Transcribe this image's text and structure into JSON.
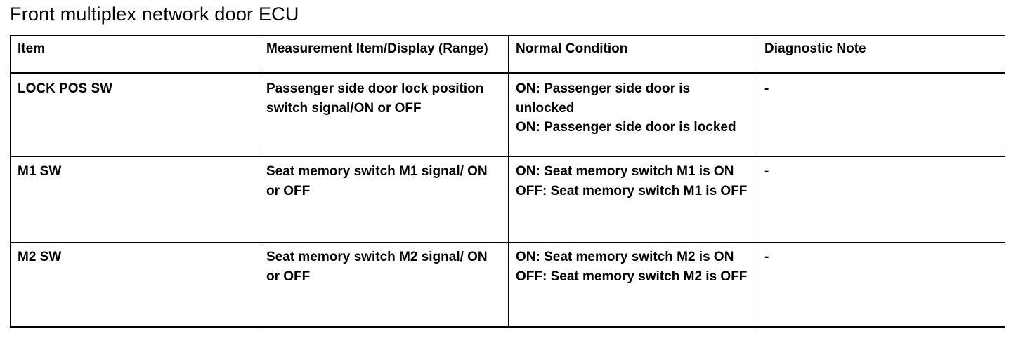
{
  "title": "Front multiplex network door ECU",
  "table": {
    "headers": {
      "item": "Item",
      "measurement": "Measurement Item/Display (Range)",
      "normal": "Normal Condition",
      "note": "Diagnostic Note"
    },
    "rows": [
      {
        "item": "LOCK POS SW",
        "measurement": "Passenger side door lock position switch signal/ON or OFF",
        "normal_line1": "ON: Passenger side door is unlocked",
        "normal_line2": "ON: Passenger side door is locked",
        "note": "-"
      },
      {
        "item": "M1 SW",
        "measurement": "Seat memory switch M1 signal/ ON or OFF",
        "normal_line1": "ON: Seat memory switch M1 is ON",
        "normal_line2": "OFF: Seat memory switch M1 is OFF",
        "note": "-"
      },
      {
        "item": "M2 SW",
        "measurement": "Seat memory switch M2 signal/ ON or OFF",
        "normal_line1": "ON: Seat memory switch M2 is ON",
        "normal_line2": "OFF: Seat memory switch M2 is OFF",
        "note": "-"
      }
    ]
  }
}
